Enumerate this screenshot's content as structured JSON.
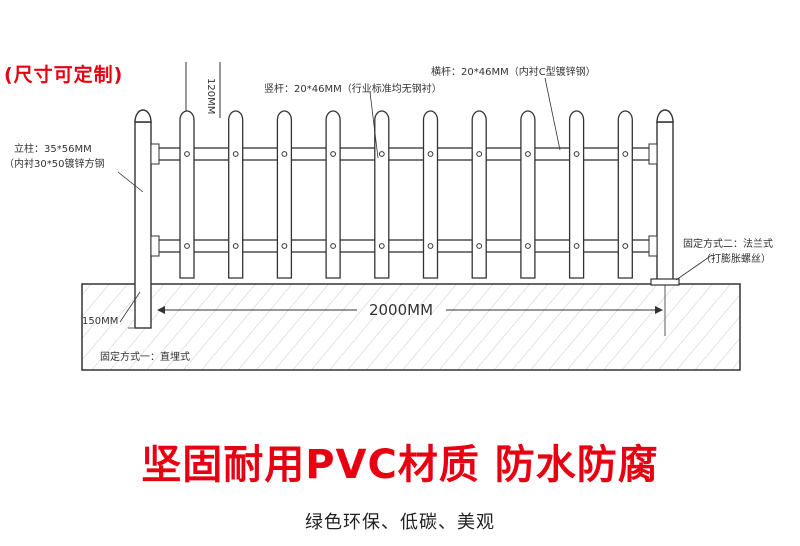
{
  "header": {
    "customizable_label": "(尺寸可定制)"
  },
  "diagram": {
    "post_height_label": "120MM",
    "vertical_bar_label": "竖杆：20*46MM（行业标准均无钢衬）",
    "rail_label": "横杆：20*46MM（内衬C型镀锌钢）",
    "post_label_line1": "立柱：35*56MM",
    "post_label_line2": "（内衬30*50镀锌方钢",
    "method2_line1": "固定方式二：法兰式",
    "method2_line2": "（打膨胀螺丝）",
    "length_label": "2000MM",
    "depth_label": "150MM",
    "method1_label": "固定方式一：直埋式"
  },
  "footer": {
    "slogan": "坚固耐用PVC材质 防水防腐",
    "subslogan": "绿色环保、低碳、美观"
  },
  "colors": {
    "accent_red": "#e60012",
    "line": "#333333"
  }
}
